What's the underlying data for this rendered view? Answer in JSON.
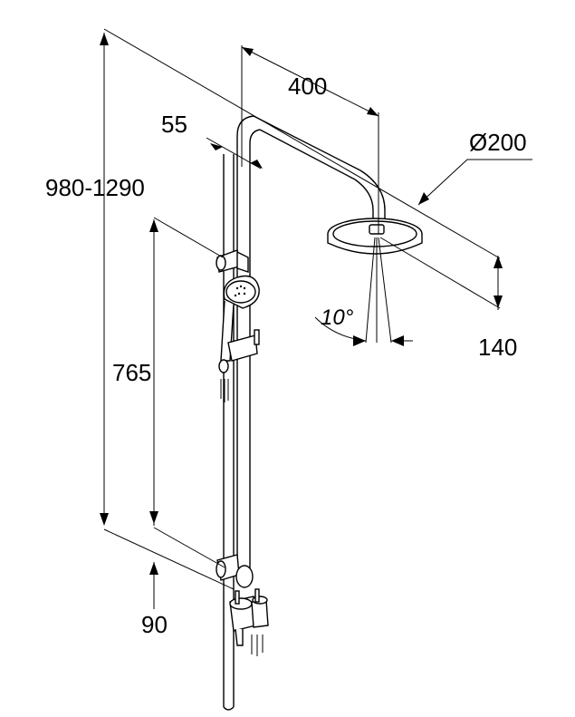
{
  "dimensions": {
    "head_arm_reach": "400",
    "head_diameter": "Ø200",
    "total_height": "980-1290",
    "rail_offset": "55",
    "rail_length": "765",
    "head_drop": "140",
    "bracket_height": "90",
    "spray_angle": "10°"
  }
}
